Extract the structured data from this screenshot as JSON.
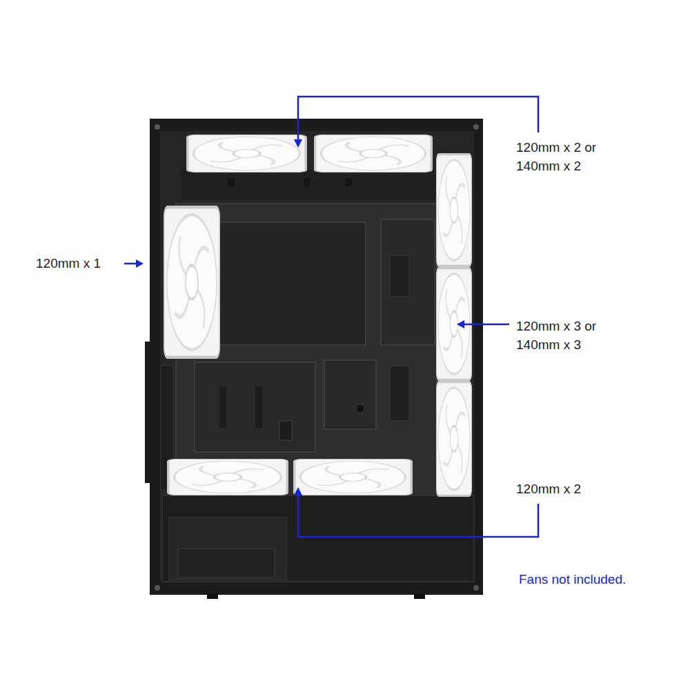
{
  "diagram": {
    "labels": [
      "120mm x 2 or 140mm x 2",
      "120mm x 1",
      "120mm x 3 or 140mm x 3",
      "120mm x 2",
      "Fans not included."
    ]
  }
}
